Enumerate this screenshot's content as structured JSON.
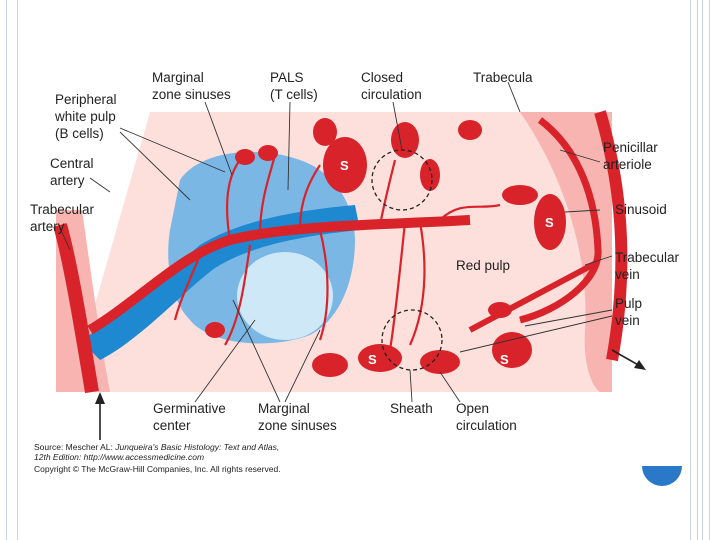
{
  "labels": {
    "peripheral_white_pulp": [
      "Peripheral",
      "white pulp",
      "(B cells)"
    ],
    "marginal_zone_sinuses_top": [
      "Marginal",
      "zone sinuses"
    ],
    "pals": [
      "PALS",
      "(T cells)"
    ],
    "closed_circulation": [
      "Closed",
      "circulation"
    ],
    "trabecula": "Trabecula",
    "central_artery": [
      "Central",
      "artery"
    ],
    "trabecular_artery": [
      "Trabecular",
      "artery"
    ],
    "penicillar_arteriole": [
      "Penicillar",
      "arteriole"
    ],
    "sinusoid": "Sinusoid",
    "red_pulp": "Red pulp",
    "trabecular_vein": [
      "Trabecular",
      "vein"
    ],
    "pulp_vein": [
      "Pulp",
      "vein"
    ],
    "germinative_center": [
      "Germinative",
      "center"
    ],
    "marginal_zone_sinuses_bottom": [
      "Marginal",
      "zone sinuses"
    ],
    "sheath": "Sheath",
    "open_circulation": [
      "Open",
      "circulation"
    ],
    "sinus_marker": "S"
  },
  "source": {
    "prefix": "Source: Mescher AL: ",
    "book": "Junqueira's Basic Histology: Text and Atlas,",
    "edition": "12th Edition: http://www.accessmedicine.com",
    "copyright": "Copyright © The McGraw-Hill Companies, Inc. All rights reserved."
  },
  "colors": {
    "red_pulp": "#fde0dc",
    "capsule": "#f7b4b0",
    "vessel": "#d8232a",
    "white_pulp": "#7bb7e5",
    "pals": "#1e88d1",
    "germinal_center": "#cfe8f8",
    "accent": "#2a79c9"
  }
}
